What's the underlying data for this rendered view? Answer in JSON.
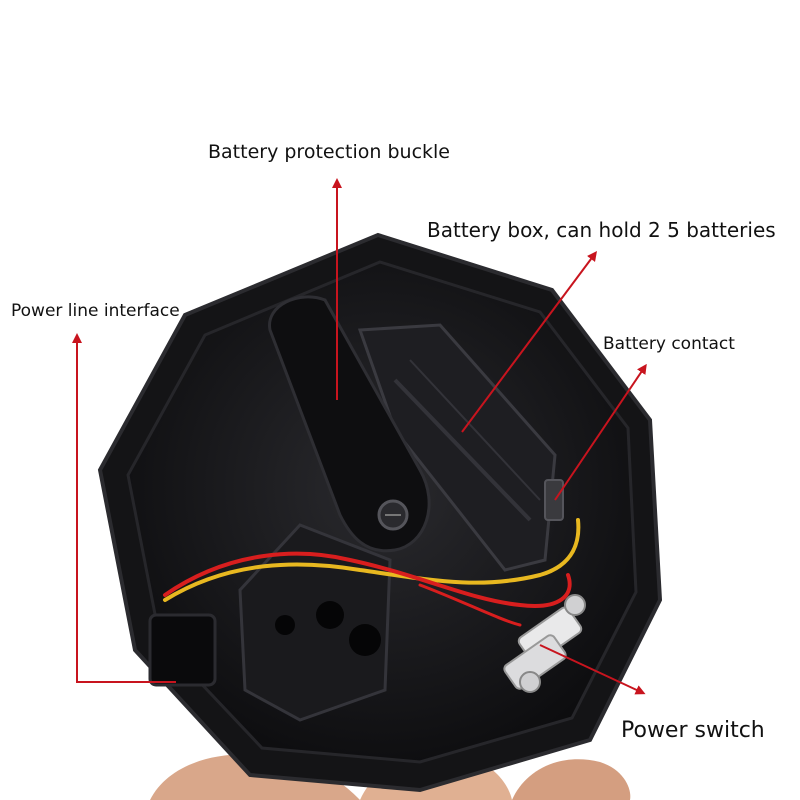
{
  "labels": {
    "battery_protection_buckle": "Battery protection buckle",
    "battery_box": "Battery box, can hold 2 5 batteries",
    "battery_contact": "Battery contact",
    "power_line_interface": "Power line interface",
    "power_switch": "Power switch"
  },
  "colors": {
    "annotation": "#c8141e",
    "housing": "#141416",
    "wire_red": "#d81e1e",
    "wire_yellow": "#e8b820"
  }
}
